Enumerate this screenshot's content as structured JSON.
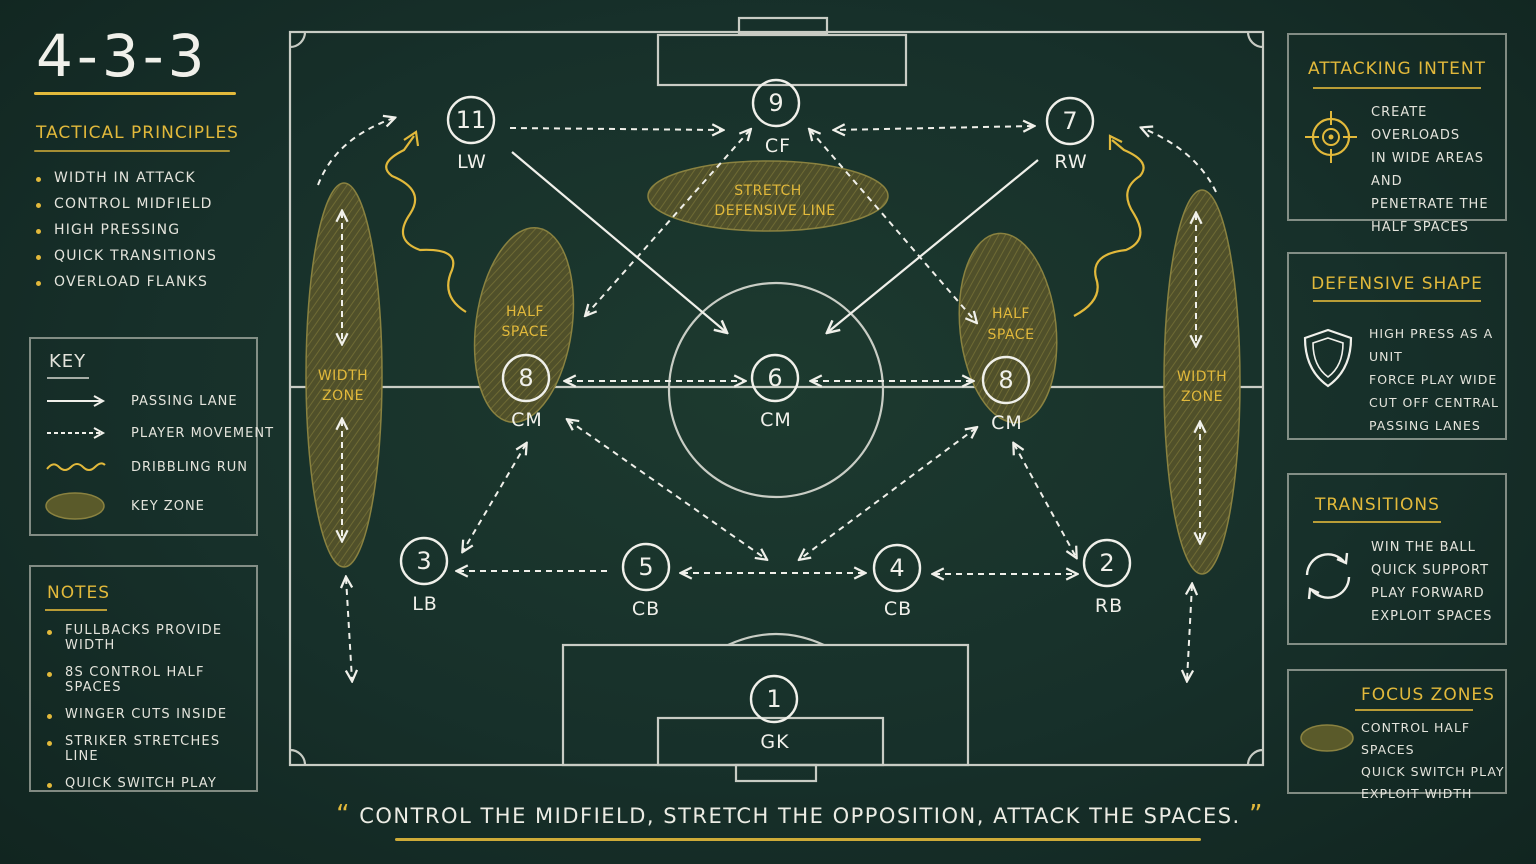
{
  "formation": "4-3-3",
  "principles": {
    "title": "Tactical Principles",
    "items": [
      "Width in attack",
      "Control midfield",
      "High pressing",
      "Quick transitions",
      "Overload flanks"
    ]
  },
  "key": {
    "title": "Key",
    "items": [
      "Passing lane",
      "Player movement",
      "Dribbling run",
      "Key zone"
    ]
  },
  "notes": {
    "title": "Notes",
    "items": [
      "Fullbacks provide width",
      "8s control half spaces",
      "Winger cuts inside",
      "Striker stretches line",
      "Quick switch play"
    ]
  },
  "players": {
    "gk": {
      "number": "1",
      "pos": "GK"
    },
    "lb": {
      "number": "3",
      "pos": "LB"
    },
    "lcb": {
      "number": "5",
      "pos": "CB"
    },
    "rcb": {
      "number": "4",
      "pos": "CB"
    },
    "rb": {
      "number": "2",
      "pos": "RB"
    },
    "lcm": {
      "number": "8",
      "pos": "CM"
    },
    "dm": {
      "number": "6",
      "pos": "CM"
    },
    "rcm": {
      "number": "8",
      "pos": "CM"
    },
    "lw": {
      "number": "11",
      "pos": "LW"
    },
    "cf": {
      "number": "9",
      "pos": "CF"
    },
    "rw": {
      "number": "7",
      "pos": "RW"
    }
  },
  "zones": {
    "stretch": [
      "Stretch",
      "defensive line"
    ],
    "half_space_left": [
      "Half",
      "space"
    ],
    "half_space_right": [
      "Half",
      "space"
    ],
    "width_left": [
      "Width",
      "zone"
    ],
    "width_right": [
      "Width",
      "zone"
    ]
  },
  "attacking": {
    "title": "Attacking Intent",
    "lines": [
      "Create overloads",
      "in wide areas and",
      "penetrate the",
      "half spaces"
    ],
    "icon": "crosshair-icon"
  },
  "defensive": {
    "title": "Defensive Shape",
    "lines": [
      "High press as a unit",
      "Force play wide",
      "Cut off central",
      "passing lanes"
    ],
    "icon": "shield-icon"
  },
  "transitions": {
    "title": "Transitions",
    "lines": [
      "Win the ball",
      "Quick support",
      "Play forward",
      "Exploit spaces"
    ],
    "icon": "cycle-arrows-icon"
  },
  "focus": {
    "title": "Focus Zones",
    "lines": [
      "Control half spaces",
      "Quick switch play",
      "Exploit width"
    ],
    "icon": "zone-oval-icon"
  },
  "quote": {
    "open": "“",
    "text": "Control the midfield, stretch the opposition, attack the spaces.",
    "close": "”"
  },
  "colors": {
    "board": "#17302a",
    "chalk": "#f0f0ea",
    "accent": "#e2b93b",
    "zone_fill": "#5a5a2a"
  }
}
